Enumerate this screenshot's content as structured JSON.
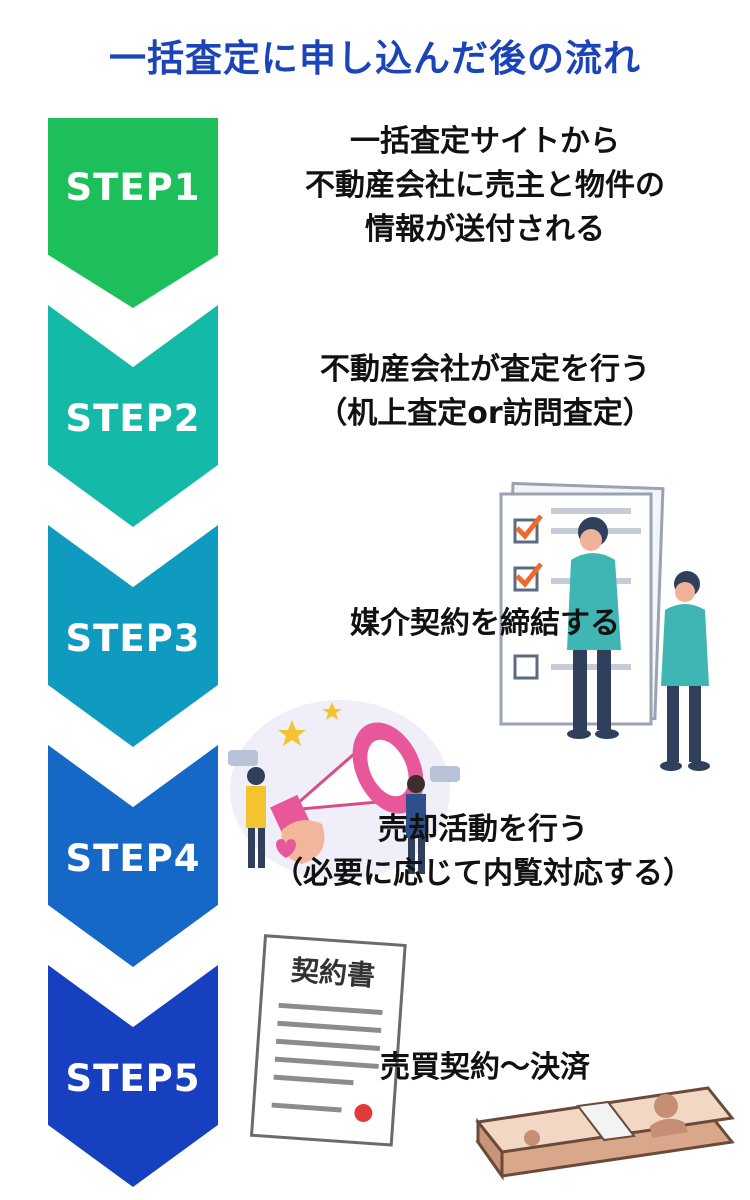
{
  "title": "一括査定に申し込んだ後の流れ",
  "steps": [
    {
      "label": "STEP1",
      "color": "#1cbf5a",
      "lines": [
        "一括査定サイトから",
        "不動産会社に売主と物件の",
        "情報が送付される"
      ]
    },
    {
      "label": "STEP2",
      "color": "#14b9a8",
      "lines": [
        "不動産会社が査定を行う",
        "（机上査定or訪問査定）"
      ]
    },
    {
      "label": "STEP3",
      "color": "#0f9bc0",
      "lines": [
        "媒介契約を締結する"
      ]
    },
    {
      "label": "STEP4",
      "color": "#1568c6",
      "lines": [
        "売却活動を行う",
        "（必要に応じて内覧対応する）"
      ]
    },
    {
      "label": "STEP5",
      "color": "#1740c0",
      "lines": [
        "売買契約～決済"
      ]
    }
  ],
  "contract_heading": "契約書",
  "icons": [
    "checklist-illustration",
    "megaphone-illustration",
    "contract-document-illustration",
    "money-stack-illustration"
  ]
}
